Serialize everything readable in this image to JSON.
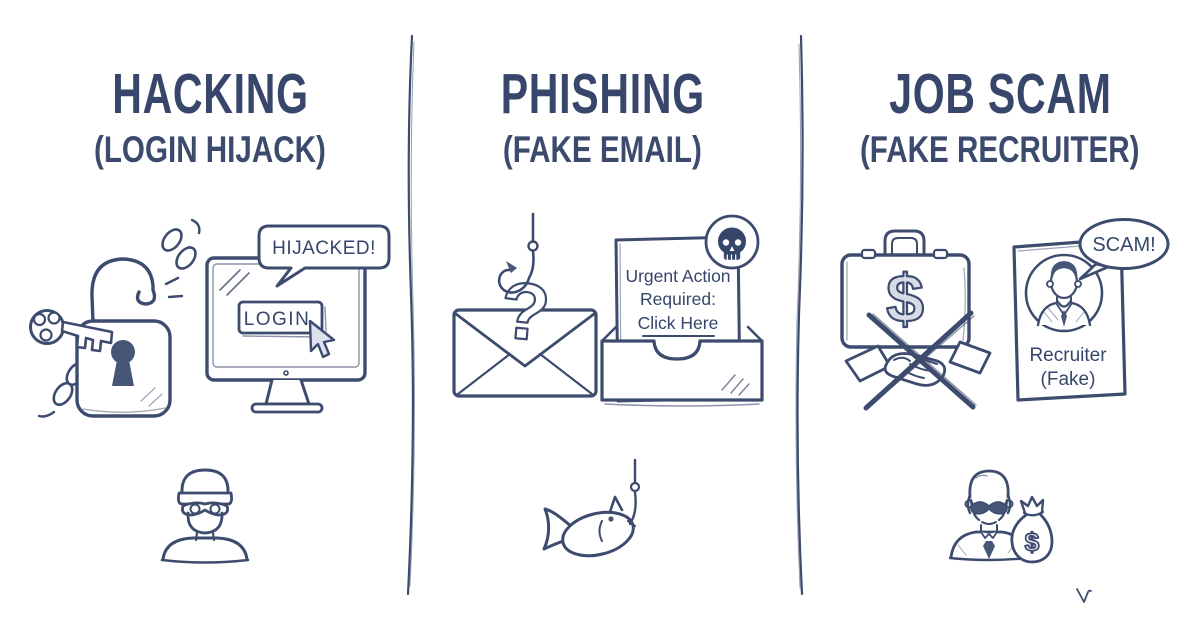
{
  "colors": {
    "ink": "#3d4c6e",
    "ink_dark": "#36456b",
    "background": "#ffffff"
  },
  "panels": [
    {
      "id": "hacking",
      "title": "HACKING",
      "subtitle": "(LOGIN HIJACK)",
      "bubble_label": "HIJACKED!",
      "button_label": "LOGIN"
    },
    {
      "id": "phishing",
      "title": "PHISHING",
      "subtitle": "(FAKE EMAIL)",
      "question_symbol": "?",
      "notice_line1": "Urgent Action",
      "notice_line2": "Required:",
      "notice_link": "Click Here"
    },
    {
      "id": "job-scam",
      "title": "JOB SCAM",
      "subtitle": "(FAKE RECRUITER)",
      "briefcase_symbol": "$",
      "bubble_label": "SCAM!",
      "card_line1": "Recruiter",
      "card_line2": "(Fake)",
      "moneybag_symbol": "$"
    }
  ]
}
